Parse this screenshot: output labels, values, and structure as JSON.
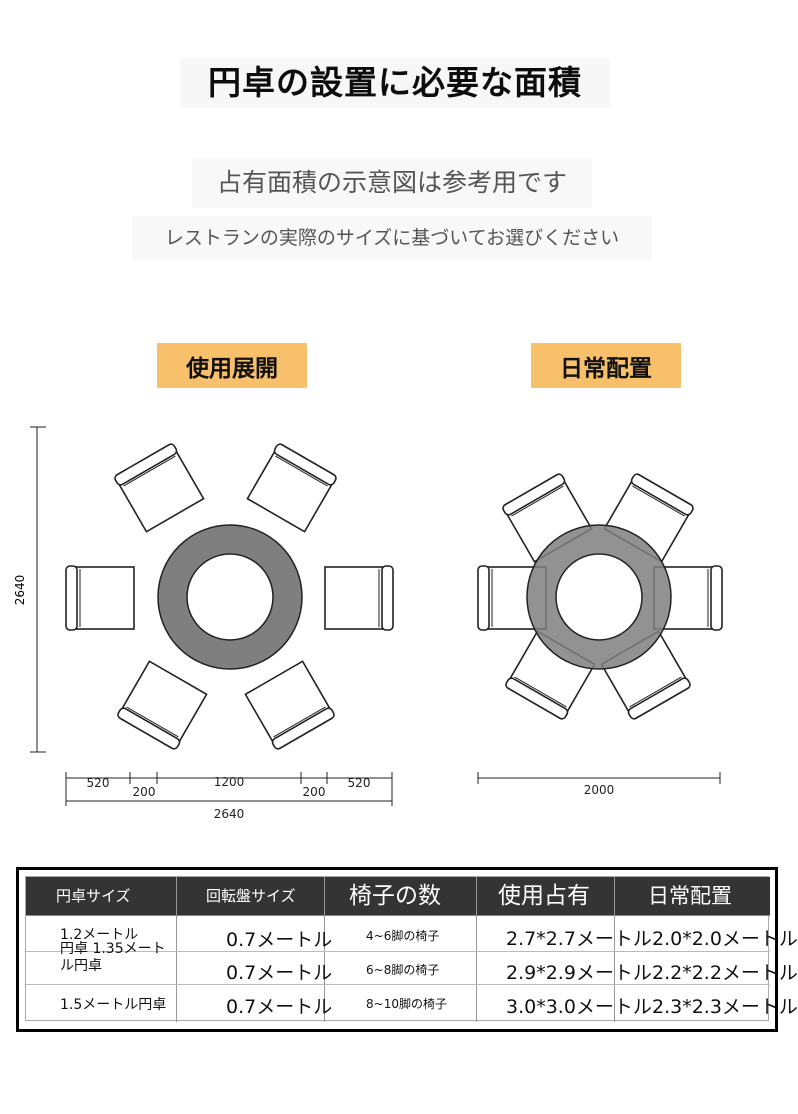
{
  "header": {
    "title": "円卓の設置に必要な面積",
    "subtitle": "占有面積の示意図は参考用です",
    "note": "レストランの実際のサイズに基づいてお選びください"
  },
  "tags": {
    "left": "使用展開",
    "right": "日常配置"
  },
  "dimensions": {
    "left_height": "2640",
    "left_chair_left": "520",
    "left_gap_left": "200",
    "left_table": "1200",
    "left_gap_right": "200",
    "left_chair_right": "520",
    "left_total": "2640",
    "right_total": "2000"
  },
  "table": {
    "headers": [
      "円卓サイズ",
      "回転盤サイズ",
      "椅子の数",
      "使用占有",
      "日常配置"
    ],
    "rows": [
      [
        "1.2メートル",
        "0.7メートル",
        "4~6脚の椅子",
        "2.7*2.7メートル",
        "2.0*2.0メートル"
      ],
      [
        "円卓 1.35メートル円卓",
        "0.7メートル",
        "6~8脚の椅子",
        "2.9*2.9メートル",
        "2.2*2.2メートル"
      ],
      [
        "1.5メートル円卓",
        "0.7メートル",
        "8~10脚の椅子",
        "3.0*3.0メートル",
        "2.3*2.3メートル"
      ]
    ]
  },
  "colors": {
    "table_ring": "#7f7f7f",
    "tag_bg": "#f8c06a",
    "header_bg": "#343434"
  }
}
